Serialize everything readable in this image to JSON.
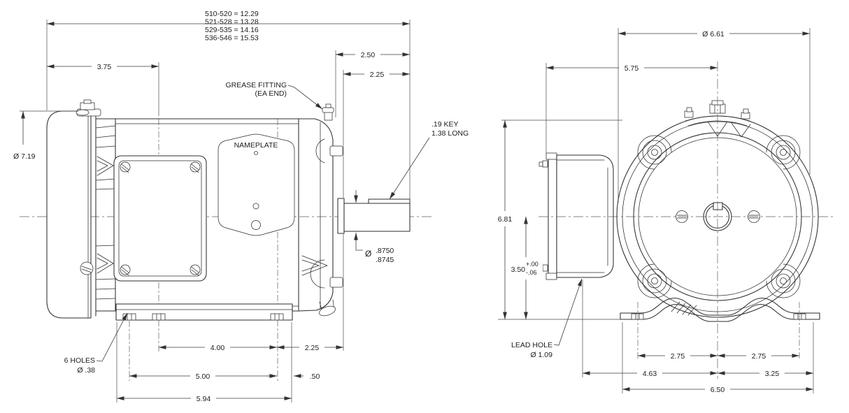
{
  "drawing": {
    "side_view": {
      "frame_length_table": [
        "510-520 = 12.29",
        "521-528 = 13.28",
        "529-535 = 14.16",
        "536-546 = 15.53"
      ],
      "dims": {
        "shaft_extension": "2.50",
        "shaft_to_key_end": "2.25",
        "fan_guard_length": "3.75",
        "body_diameter": "Ø 7.19",
        "shaft_dia_symbol": "Ø",
        "shaft_dia_max": ".8750",
        "shaft_dia_min": ".8745",
        "bolt_spacing_inner": "4.00",
        "foot_to_shaft_shoulder": "2.25",
        "bolt_spacing_outer": "5.00",
        "base_overhang": ".50",
        "base_length": "5.94"
      },
      "labels": {
        "grease_fitting_1": "GREASE FITTING",
        "grease_fitting_2": "(EA END)",
        "nameplate": "NAMEPLATE",
        "key_1": ".19 KEY",
        "key_2": "1.38 LONG",
        "holes_1": "6 HOLES",
        "holes_2": "Ø .38"
      }
    },
    "end_view": {
      "dims": {
        "outer_diameter": "Ø 6.61",
        "box_to_center": "5.75",
        "overall_height": "6.81",
        "shaft_center_height": "3.50",
        "tol_plus": "+.00",
        "tol_minus": "-.06",
        "foot_left_to_center": "2.75",
        "center_to_foot_right": "2.75",
        "lead_hole_to_center": "4.63",
        "center_to_base_edge": "3.25",
        "base_width": "6.50"
      },
      "labels": {
        "lead_hole_1": "LEAD HOLE",
        "lead_hole_2": "Ø 1.09"
      }
    }
  }
}
